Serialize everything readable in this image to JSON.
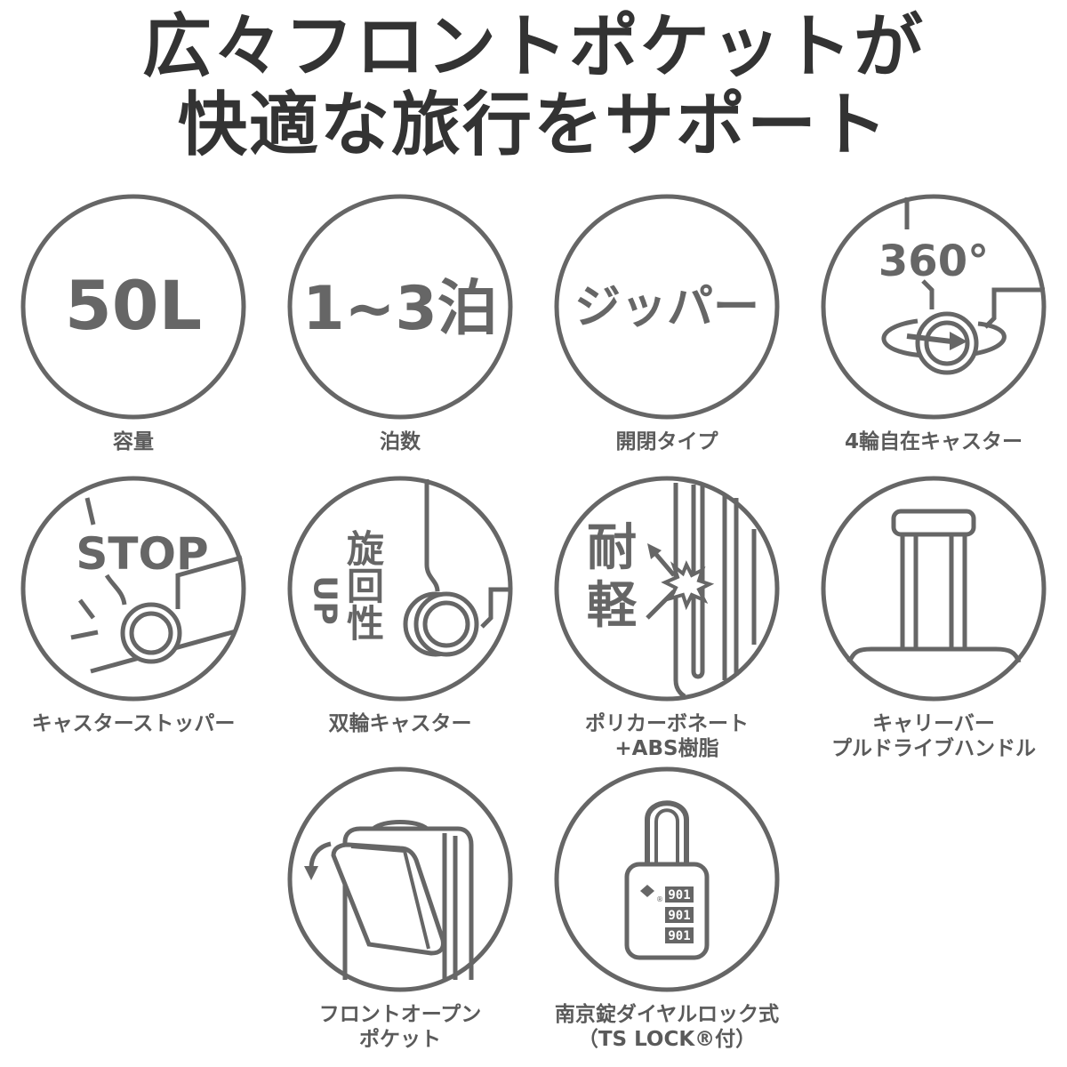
{
  "headline": {
    "line1": "広々フロントポケットが",
    "line2": "快適な旅行をサポート"
  },
  "colors": {
    "headline": "#333333",
    "icon_stroke": "#666666",
    "label": "#5a5a5a",
    "background": "#ffffff"
  },
  "features": [
    {
      "icon": "capacity-badge",
      "badge_text": "50L",
      "label": "容量"
    },
    {
      "icon": "nights-badge",
      "badge_text": "1~3泊",
      "label": "泊数"
    },
    {
      "icon": "zipper-badge",
      "badge_text": "ジッパー",
      "label": "開閉タイプ"
    },
    {
      "icon": "swivel-caster-icon",
      "badge_text": "360°",
      "label": "4輪自在キャスター"
    },
    {
      "icon": "caster-stopper-icon",
      "badge_text": "STOP",
      "label": "キャスターストッパー"
    },
    {
      "icon": "double-wheel-caster-icon",
      "badge_text_latin": "UP",
      "badge_text_kanji": "旋回性",
      "label": "双輪キャスター"
    },
    {
      "icon": "impact-shell-icon",
      "badge_text": "耐軽",
      "label_line1": "ポリカーボネート",
      "label_line2": "+ABS樹脂"
    },
    {
      "icon": "telescopic-handle-icon",
      "label_line1": "キャリーバー",
      "label_line2": "プルドライブハンドル"
    },
    {
      "icon": "front-open-pocket-icon",
      "label_line1": "フロントオープン",
      "label_line2": "ポケット"
    },
    {
      "icon": "ts-padlock-icon",
      "lock_digits": [
        "901",
        "901",
        "901"
      ],
      "registered_mark": "®",
      "label_line1": "南京錠ダイヤルロック式",
      "label_line2": "（TS LOCK®付）"
    }
  ]
}
